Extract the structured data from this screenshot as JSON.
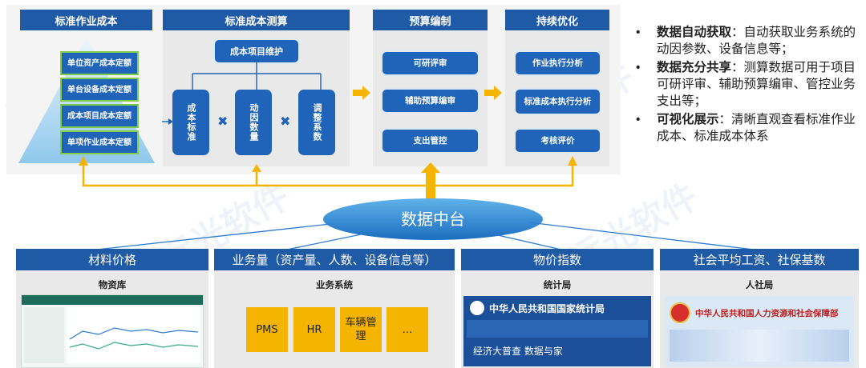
{
  "columns": [
    {
      "title": "标准作业成本"
    },
    {
      "title": "标准成本测算"
    },
    {
      "title": "预算编制"
    },
    {
      "title": "持续优化"
    }
  ],
  "pyramid_items": [
    "单位资产成本定额",
    "单台设备成本定额",
    "成本项目成本定额",
    "单项作业成本定额"
  ],
  "calc": {
    "maintain": "成本项目维护",
    "boxes": [
      "成本标准",
      "动因数量",
      "调整系数"
    ],
    "times_symbol": "✖"
  },
  "budget_items": [
    "可研评审",
    "辅助预算编审",
    "支出管控"
  ],
  "optimize_items": [
    "作业执行分析",
    "标准成本执行分析",
    "考核评价"
  ],
  "bullets": [
    {
      "bold": "数据自动获取",
      "text": "：自动获取业务系统的动因参数、设备信息等；"
    },
    {
      "bold": "数据充分共享",
      "text": "：测算数据可用于项目可研评审、辅助预算编审、管控业务支出等；"
    },
    {
      "bold": "可视化展示",
      "text": "：清晰直观查看标准作业成本、标准成本体系"
    }
  ],
  "bullet_symbol": "•",
  "hub_label": "数据中台",
  "sources": [
    {
      "title": "材料价格",
      "sub": "物资库"
    },
    {
      "title": "业务量（资产量、人数、设备信息等）",
      "sub": "业务系统"
    },
    {
      "title": "物价指数",
      "sub": "统计局"
    },
    {
      "title": "社会平均工资、社保基数",
      "sub": "人社局"
    }
  ],
  "systems": [
    "PMS",
    "HR",
    "车辆管理",
    "…"
  ],
  "stats_banner": {
    "title": "中华人民共和国国家统计局",
    "footer": "经济大普查 数据与家"
  },
  "hr_banner": {
    "title": "中华人民共和国人力资源和社会保障部"
  },
  "watermark": "远光软件",
  "colors": {
    "primary": "#1f5aa6",
    "accent": "#f5b400",
    "green": "#7fce4a"
  }
}
